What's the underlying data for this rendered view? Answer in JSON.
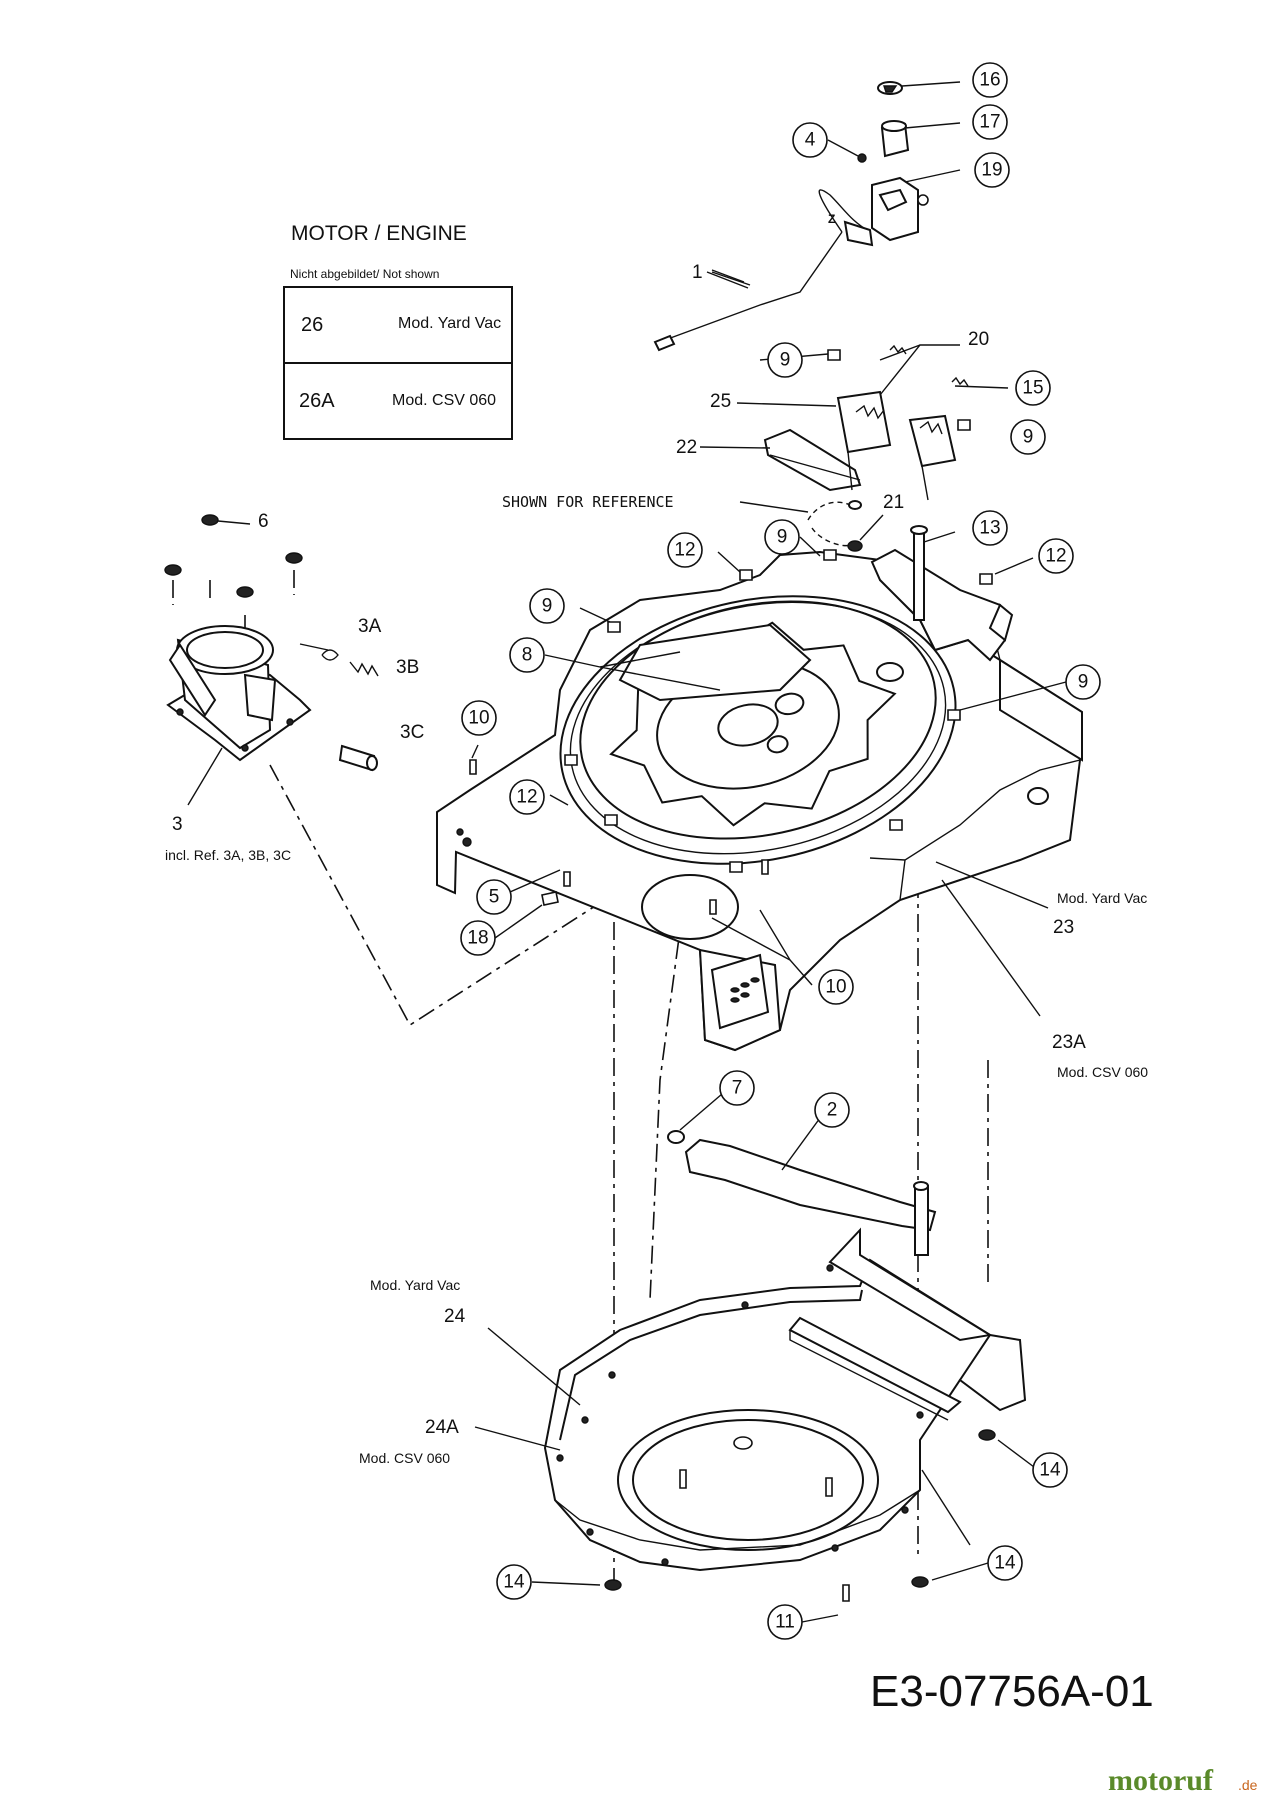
{
  "header": {
    "section_title": "MOTOR / ENGINE",
    "not_shown_note": "Nicht abgebildet/ Not shown"
  },
  "not_shown_table": [
    {
      "part": "26",
      "model": "Mod. Yard Vac"
    },
    {
      "part": "26A",
      "model": "Mod.  CSV 060"
    }
  ],
  "reference_note": "SHOWN FOR REFERENCE",
  "part_texts": {
    "p3_sub": "incl. Ref. 3A, 3B, 3C",
    "p23_model": "Mod. Yard Vac",
    "p23A_model": "Mod.  CSV 060",
    "p24_model": "Mod. Yard Vac",
    "p24A_model": "Mod.  CSV 060"
  },
  "callouts": [
    "16",
    "17",
    "4",
    "19",
    "20",
    "9",
    "15",
    "9",
    "12",
    "12",
    "9",
    "9",
    "10",
    "12",
    "5",
    "18",
    "10",
    "7",
    "2",
    "14",
    "14",
    "14",
    "11",
    "13"
  ],
  "plain_labels": [
    "1",
    "25",
    "22",
    "21",
    "6",
    "3A",
    "3B",
    "3C",
    "3",
    "8",
    "23",
    "23A",
    "24",
    "24A"
  ],
  "drawing_number": "E3-07756A-01",
  "watermark": {
    "brand": "motoruf",
    "suffix": ".de"
  },
  "colors": {
    "ink": "#111111",
    "watermark_green": "#5a8a2a",
    "watermark_orange": "#c8661e"
  }
}
